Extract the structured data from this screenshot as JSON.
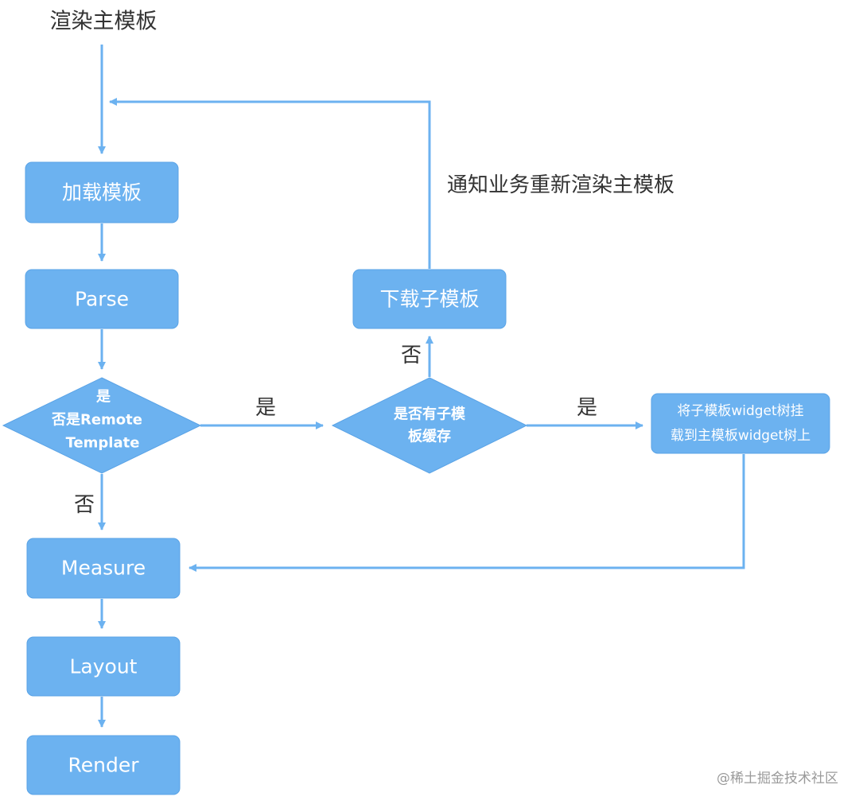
{
  "start_label": "渲染主模板",
  "nodes": {
    "load_template": "加载模板",
    "parse": "Parse",
    "is_remote": [
      "是",
      "否是Remote",
      "Template"
    ],
    "has_cache": [
      "是否有子模",
      "板缓存"
    ],
    "download_sub": "下载子模板",
    "mount_widget": [
      "将子模板widget树挂",
      "载到主模板widget树上"
    ],
    "measure": "Measure",
    "layout": "Layout",
    "render": "Render"
  },
  "edge_labels": {
    "notify": "通知业务重新渲染主模板",
    "remote_yes": "是",
    "remote_no": "否",
    "cache_yes": "是",
    "cache_no": "否"
  },
  "watermark": "@稀土掘金技术社区",
  "colors": {
    "node_fill": "#6cb2f0",
    "edge": "#6cb2f0",
    "node_text": "#ffffff",
    "label_text": "#333333"
  }
}
